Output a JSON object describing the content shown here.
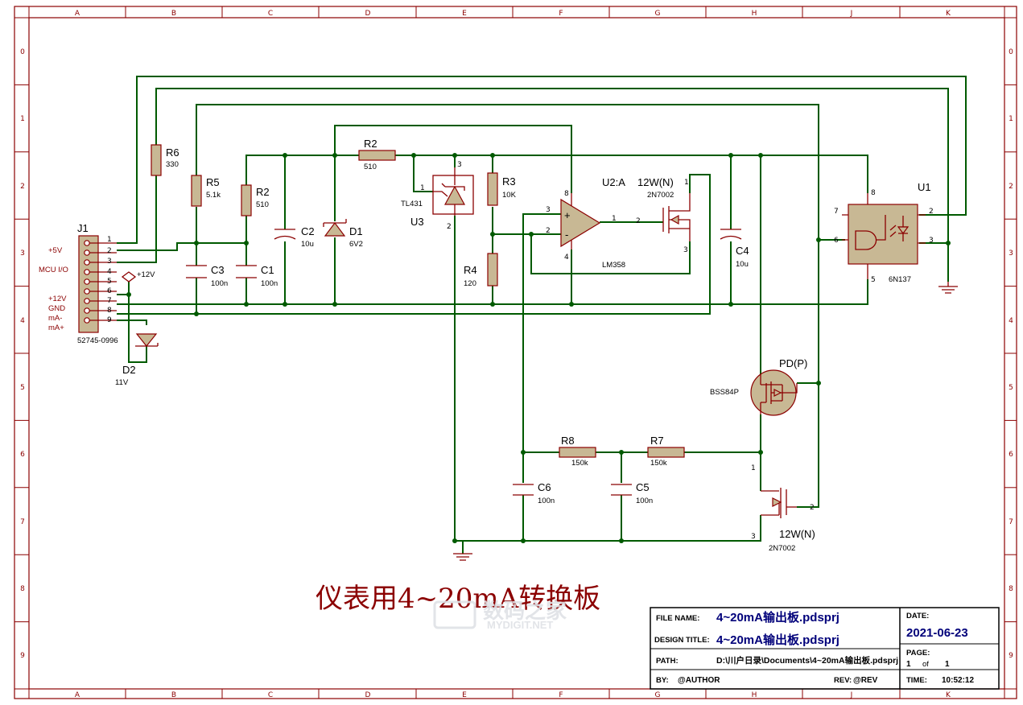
{
  "frame": {
    "columns": [
      "A",
      "B",
      "C",
      "D",
      "E",
      "F",
      "G",
      "H",
      "J",
      "K"
    ],
    "rows": [
      "0",
      "1",
      "2",
      "3",
      "4",
      "5",
      "6",
      "7",
      "8",
      "9"
    ]
  },
  "title": "仪表用4~20mA转换板",
  "watermark": {
    "brand": "数码之家",
    "site": "MYDIGIT.NET"
  },
  "connector": {
    "ref": "J1",
    "part": "52745-0996",
    "pins": [
      "1",
      "2",
      "3",
      "4",
      "5",
      "6",
      "7",
      "8",
      "9"
    ],
    "labels": [
      "+5V",
      "MCU I/O",
      "+12V",
      "GND",
      "mA-",
      "mA+"
    ]
  },
  "net_12v": "+12V",
  "components": {
    "R6": {
      "ref": "R6",
      "value": "330"
    },
    "R5": {
      "ref": "R5",
      "value": "5.1k"
    },
    "R2a": {
      "ref": "R2",
      "value": "510"
    },
    "R2b": {
      "ref": "R2",
      "value": "510"
    },
    "C3": {
      "ref": "C3",
      "value": "100n"
    },
    "C1": {
      "ref": "C1",
      "value": "100n"
    },
    "C2": {
      "ref": "C2",
      "value": "10u"
    },
    "D1": {
      "ref": "D1",
      "value": "6V2"
    },
    "D2": {
      "ref": "D2",
      "value": "11V"
    },
    "U3": {
      "ref": "U3",
      "value": "TL431",
      "pins": [
        "1",
        "2",
        "3"
      ]
    },
    "R3": {
      "ref": "R3",
      "value": "10K"
    },
    "R4": {
      "ref": "R4",
      "value": "120"
    },
    "U2A": {
      "ref": "U2:A",
      "value": "LM358",
      "pins": [
        "3",
        "2",
        "1",
        "8",
        "4"
      ],
      "plus": "+",
      "minus": "-"
    },
    "Q1": {
      "ref": "12W(N)",
      "value": "2N7002",
      "pins": [
        "1",
        "2",
        "3"
      ]
    },
    "C4": {
      "ref": "C4",
      "value": "10u"
    },
    "U1": {
      "ref": "U1",
      "value": "6N137",
      "pins": [
        "8",
        "7",
        "6",
        "5",
        "2",
        "3"
      ]
    },
    "Q2": {
      "ref": "PD(P)",
      "value": "BSS84P"
    },
    "R8": {
      "ref": "R8",
      "value": "150k"
    },
    "R7": {
      "ref": "R7",
      "value": "150k"
    },
    "C6": {
      "ref": "C6",
      "value": "100n"
    },
    "C5": {
      "ref": "C5",
      "value": "100n"
    },
    "Q3": {
      "ref": "12W(N)",
      "value": "2N7002",
      "pins": [
        "1",
        "2",
        "3"
      ]
    }
  },
  "title_block": {
    "file_name_label": "FILE NAME:",
    "file_name": "4~20mA输出板.pdsprj",
    "design_title_label": "DESIGN TITLE:",
    "design_title": "4~20mA输出板.pdsprj",
    "path_label": "PATH:",
    "path": "D:\\川户日录\\Documents\\4~20mA输出板.pdsprj",
    "by_label": "BY:",
    "by": "@AUTHOR",
    "rev_label": "REV:",
    "rev": "@REV",
    "date_label": "DATE:",
    "date": "2021-06-23",
    "page_label": "PAGE:",
    "page": "1",
    "of_label": "of",
    "page_total": "1",
    "time_label": "TIME:",
    "time": "10:52:12"
  }
}
